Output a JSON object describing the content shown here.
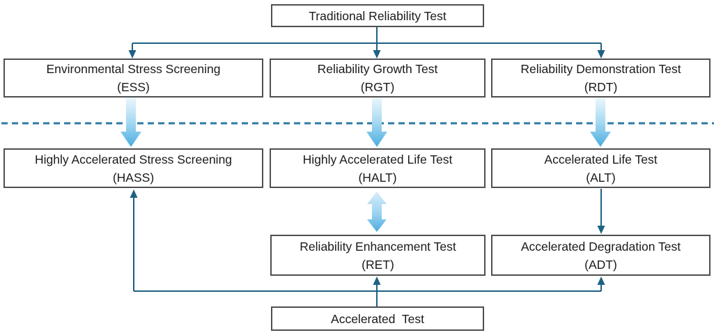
{
  "diagram": {
    "nodes": {
      "traditional": {
        "label": "Traditional Reliability Test"
      },
      "ess": {
        "line1": "Environmental Stress Screening",
        "line2": "(ESS)"
      },
      "rgt": {
        "line1": "Reliability Growth Test",
        "line2": "(RGT)"
      },
      "rdt": {
        "line1": "Reliability Demonstration Test",
        "line2": "(RDT)"
      },
      "hass": {
        "line1": "Highly Accelerated Stress Screening",
        "line2": "(HASS)"
      },
      "halt": {
        "line1": "Highly Accelerated Life Test",
        "line2": "(HALT)"
      },
      "alt": {
        "line1": "Accelerated Life Test",
        "line2": "(ALT)"
      },
      "ret": {
        "line1": "Reliability Enhancement Test",
        "line2": "(RET)"
      },
      "adt": {
        "line1": "Accelerated Degradation Test",
        "line2": "(ADT)"
      },
      "accelerated": {
        "label": "Accelerated  Test"
      }
    },
    "edges": [
      {
        "from": "traditional",
        "to": "ess",
        "style": "thin-arrow"
      },
      {
        "from": "traditional",
        "to": "rgt",
        "style": "thin-arrow"
      },
      {
        "from": "traditional",
        "to": "rdt",
        "style": "thin-arrow"
      },
      {
        "from": "ess",
        "to": "hass",
        "style": "thick-gradient-arrow"
      },
      {
        "from": "rgt",
        "to": "halt",
        "style": "thick-gradient-arrow"
      },
      {
        "from": "rdt",
        "to": "alt",
        "style": "thick-gradient-arrow"
      },
      {
        "from": "halt",
        "to": "ret",
        "style": "thick-gradient-double-arrow"
      },
      {
        "from": "alt",
        "to": "adt",
        "style": "thin-arrow"
      },
      {
        "from": "accelerated",
        "to": "ret",
        "style": "thin-arrow"
      },
      {
        "from": "accelerated",
        "to": "hass",
        "style": "thin-arrow"
      },
      {
        "from": "accelerated",
        "to": "adt",
        "style": "thin-arrow"
      }
    ],
    "divider": {
      "type": "dashed-line",
      "meaning": "separates traditional tests (above) from accelerated tests (below)"
    },
    "colors": {
      "connector": "#1d6183",
      "dashed_line": "#2b7aa4",
      "thick_arrow_top": "#ecf7fd",
      "thick_arrow_mid": "#a6d9f2",
      "thick_arrow_bottom": "#4aade0",
      "box_border": "#4f4f4f",
      "text": "#1a1a1a",
      "background": "#ffffff"
    }
  }
}
